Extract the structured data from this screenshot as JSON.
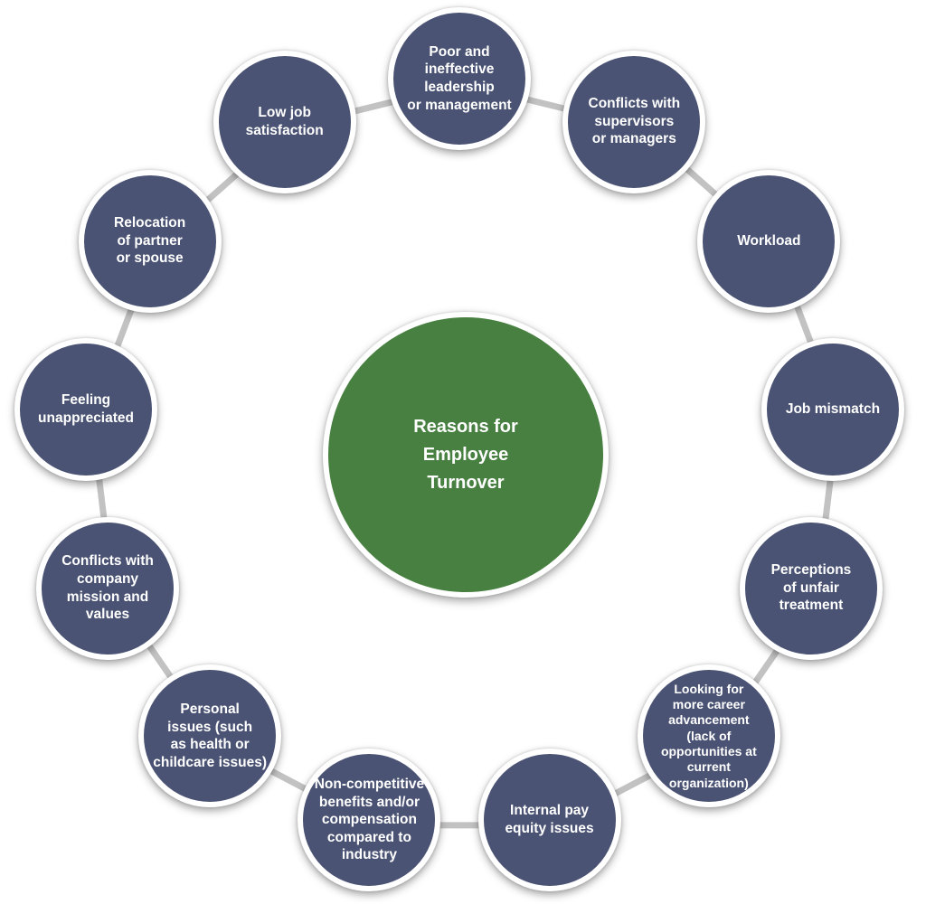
{
  "diagram": {
    "center": {
      "label": "Reasons for\nEmployee\nTurnover"
    },
    "nodes": [
      {
        "label": "Poor and\nineffective\nleadership\nor management"
      },
      {
        "label": "Conflicts with\nsupervisors\nor managers"
      },
      {
        "label": "Workload"
      },
      {
        "label": "Job mismatch"
      },
      {
        "label": "Perceptions\nof unfair\ntreatment"
      },
      {
        "label": "Looking for\nmore career\nadvancement\n(lack of\nopportunities at\ncurrent\norganization)"
      },
      {
        "label": "Internal pay\nequity issues"
      },
      {
        "label": "Non-competitive\nbenefits and/or\ncompensation\ncompared to\nindustry"
      },
      {
        "label": "Personal\nissues (such\nas health or\nchildcare issues)"
      },
      {
        "label": "Conflicts with\ncompany\nmission and\nvalues"
      },
      {
        "label": "Feeling\nunappreciated"
      },
      {
        "label": "Relocation\nof partner\nor spouse"
      },
      {
        "label": "Low job\nsatisfaction"
      }
    ],
    "colors": {
      "node_fill": "#4A5373",
      "center_fill": "#478040",
      "connector": "#C2C2C2",
      "text": "#FFFFFF",
      "background": "#FFFFFF"
    }
  }
}
